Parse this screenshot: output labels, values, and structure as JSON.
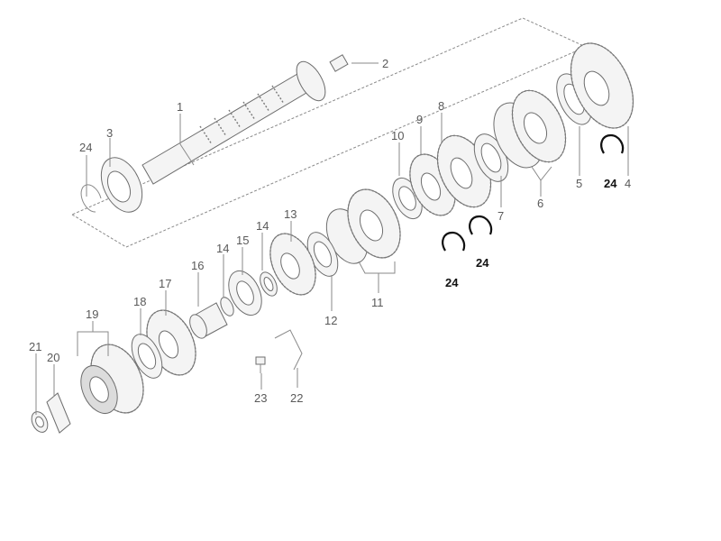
{
  "diagram": {
    "labels": {
      "l1": "1",
      "l2": "2",
      "l3": "3",
      "l4": "4",
      "l5": "5",
      "l6": "6",
      "l7": "7",
      "l8": "8",
      "l9": "9",
      "l10": "10",
      "l11": "11",
      "l12": "12",
      "l13": "13",
      "l14a": "14",
      "l14b": "14",
      "l15": "15",
      "l16": "16",
      "l17": "17",
      "l18": "18",
      "l19": "19",
      "l20": "20",
      "l21": "21",
      "l22": "22",
      "l23": "23",
      "l24a": "24",
      "l24b": "24",
      "l24c": "24",
      "l24d": "24"
    }
  }
}
